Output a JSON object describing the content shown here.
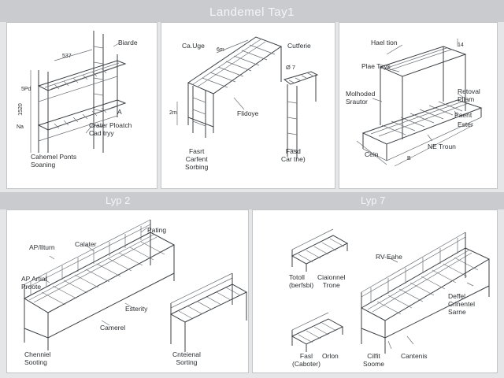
{
  "header": {
    "title": "Landemel Tay1"
  },
  "section2": {
    "title": "Lyp 2"
  },
  "section3": {
    "title": "Lyp 7"
  },
  "panels": {
    "p1": {
      "labels": [
        "Biarde",
        "Crater Ploatch\nCad tryy",
        "A",
        "Cahemel Ponts\nSoaning",
        "537",
        "1520",
        "5Pd",
        "Na"
      ]
    },
    "p2": {
      "labels": [
        "Ca.Uge",
        "6m",
        "Cutferie",
        "Ø 7",
        "Flidoye",
        "Fasrt\nCarfent\nSorbing",
        "Fasd\nCar tne)",
        "2m"
      ]
    },
    "p3": {
      "labels": [
        "Hael tion",
        "Plae Tays",
        "Molhoded\nSrautor",
        "Retoval\nPliam",
        "Paent",
        "Ester",
        "NE Troun",
        "Cein",
        "14",
        "B"
      ]
    },
    "p4": {
      "labels": [
        "Pating",
        "AP/Ilturn",
        "Calater",
        "AP Artial\nProote",
        "Esterity",
        "Camerel",
        "Chenniel\nSooting",
        "Cnteienal\nSorting"
      ]
    },
    "p5": {
      "labels": [
        "Totoll\n(berfsbi)",
        "Ciaionnel\nTrone",
        "RV-Eahe",
        "Deffel\nCrinentel\nSarne",
        "Fasl\n(Caboter)",
        "Orlon",
        "Cilfit\nSoome",
        "Cantenis"
      ]
    }
  }
}
